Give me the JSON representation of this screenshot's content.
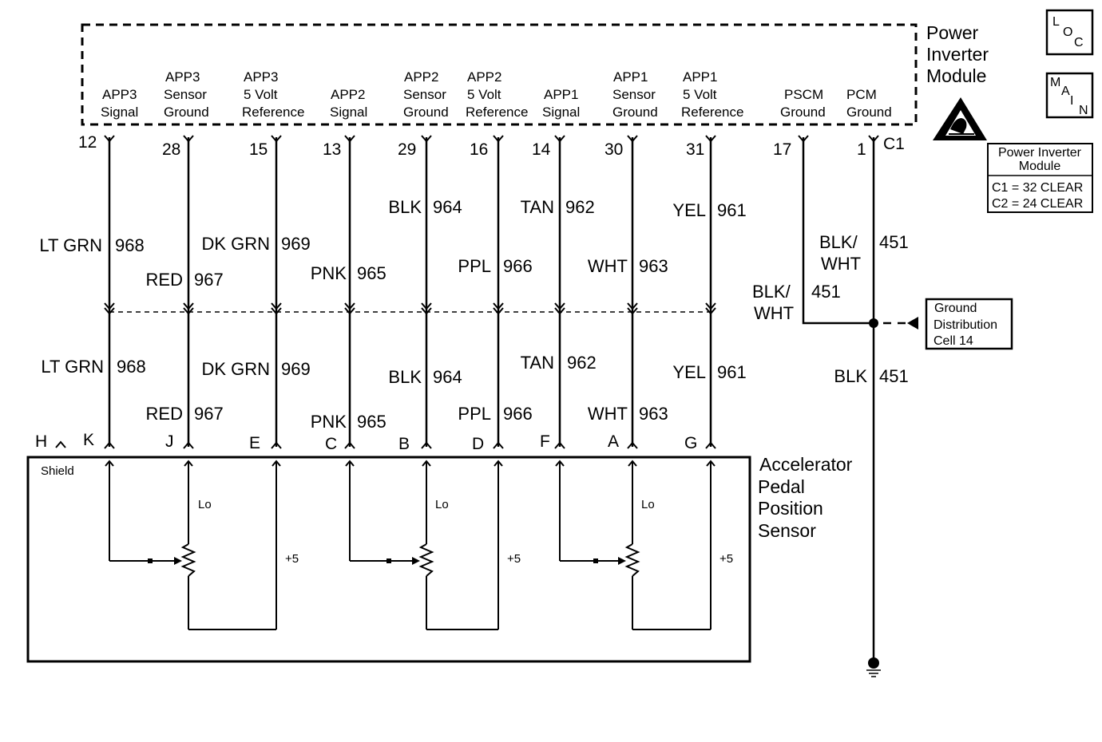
{
  "module": {
    "title_lines": [
      "Power",
      "Inverter",
      "Module"
    ],
    "connector": "C1",
    "signals": [
      {
        "lines": [
          "APP3",
          "Signal"
        ],
        "pin": "12"
      },
      {
        "lines": [
          "APP3",
          "Sensor",
          "Ground"
        ],
        "pin": "28"
      },
      {
        "lines": [
          "APP3",
          "5 Volt",
          "Reference"
        ],
        "pin": "15"
      },
      {
        "lines": [
          "APP2",
          "Signal"
        ],
        "pin": "13"
      },
      {
        "lines": [
          "APP2",
          "Sensor",
          "Ground"
        ],
        "pin": "29"
      },
      {
        "lines": [
          "APP2",
          "5 Volt",
          "Reference"
        ],
        "pin": "16"
      },
      {
        "lines": [
          "APP1",
          "Signal"
        ],
        "pin": "14"
      },
      {
        "lines": [
          "APP1",
          "Sensor",
          "Ground"
        ],
        "pin": "30"
      },
      {
        "lines": [
          "APP1",
          "5 Volt",
          "Reference"
        ],
        "pin": "31"
      },
      {
        "lines": [
          "PSCM",
          "Ground"
        ],
        "pin": "17"
      },
      {
        "lines": [
          "PCM",
          "Ground"
        ],
        "pin": "1"
      }
    ]
  },
  "icons": {
    "loc": [
      "L",
      "O",
      "C"
    ],
    "main": [
      "M",
      "A",
      "I",
      "N"
    ]
  },
  "connector_info": {
    "title_lines": [
      "Power Inverter",
      "Module"
    ],
    "rows": [
      "C1 = 32 CLEAR",
      "C2 = 24 CLEAR"
    ]
  },
  "wires": [
    {
      "color": "LT GRN",
      "circuit": "968"
    },
    {
      "color": "RED",
      "circuit": "967"
    },
    {
      "color": "DK GRN",
      "circuit": "969"
    },
    {
      "color": "PNK",
      "circuit": "965"
    },
    {
      "color": "BLK",
      "circuit": "964"
    },
    {
      "color": "PPL",
      "circuit": "966"
    },
    {
      "color": "TAN",
      "circuit": "962"
    },
    {
      "color": "WHT",
      "circuit": "963"
    },
    {
      "color": "YEL",
      "circuit": "961"
    }
  ],
  "ground_wires": {
    "pcm_color_lines": [
      "BLK/",
      "WHT"
    ],
    "pscm_color_lines": [
      "BLK/",
      "WHT"
    ],
    "circuit": "451",
    "lower_color": "BLK",
    "lower_circuit": "451"
  },
  "ground_distribution": [
    "Ground",
    "Distribution",
    "Cell 14"
  ],
  "sensor": {
    "title_lines": [
      "Accelerator",
      "Pedal",
      "Position",
      "Sensor"
    ],
    "shield_label": "Shield",
    "pins": [
      "H",
      "K",
      "J",
      "E",
      "C",
      "B",
      "D",
      "F",
      "A",
      "G"
    ],
    "lo_label": "Lo",
    "ref_label": "+5"
  }
}
